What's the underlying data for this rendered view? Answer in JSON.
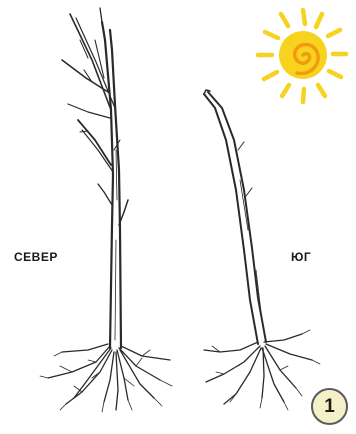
{
  "labels": {
    "north": "СЕВЕР",
    "south": "ЮГ"
  },
  "badge": {
    "number": "1"
  },
  "icons": {
    "sun": "sun-icon",
    "straight_seedling": "straight-seedling",
    "bent_seedling": "bent-seedling"
  },
  "colors": {
    "sun_yellow": "#f7d21e",
    "sun_orange": "#f29b0f",
    "ink": "#2a2a2a",
    "badge_fill": "#f6f0c8",
    "badge_border": "#5a5a5a"
  }
}
